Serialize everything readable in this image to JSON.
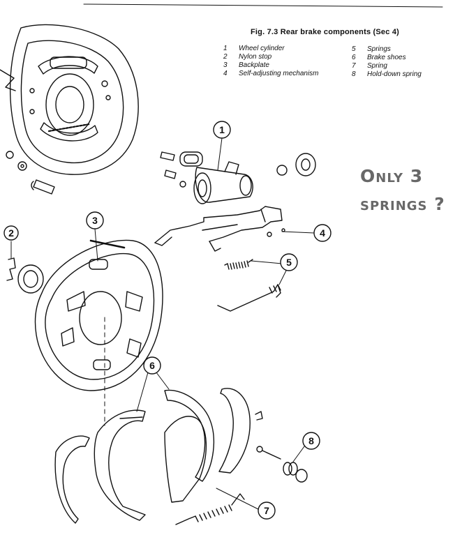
{
  "figure": {
    "caption": "Fig. 7.3 Rear brake components (Sec 4)"
  },
  "legend": {
    "left": [
      {
        "num": "1",
        "label": "Wheel cylinder"
      },
      {
        "num": "2",
        "label": "Nylon stop"
      },
      {
        "num": "3",
        "label": "Backplate"
      },
      {
        "num": "4",
        "label": "Self-adjusting mechanism"
      }
    ],
    "right": [
      {
        "num": "5",
        "label": "Springs"
      },
      {
        "num": "6",
        "label": "Brake shoes"
      },
      {
        "num": "7",
        "label": "Spring"
      },
      {
        "num": "8",
        "label": "Hold-down spring"
      }
    ]
  },
  "annotation": {
    "line1": "Only 3",
    "line2": "springs ?"
  },
  "callouts": [
    {
      "id": "1",
      "name": "wheel-cylinder"
    },
    {
      "id": "2",
      "name": "nylon-stop"
    },
    {
      "id": "3",
      "name": "backplate"
    },
    {
      "id": "4",
      "name": "self-adjusting-mechanism"
    },
    {
      "id": "5",
      "name": "springs"
    },
    {
      "id": "6",
      "name": "brake-shoes"
    },
    {
      "id": "7",
      "name": "spring"
    },
    {
      "id": "8",
      "name": "hold-down-spring"
    }
  ],
  "colors": {
    "ink": "#111111",
    "annotation": "#686868",
    "paper": "#ffffff"
  }
}
